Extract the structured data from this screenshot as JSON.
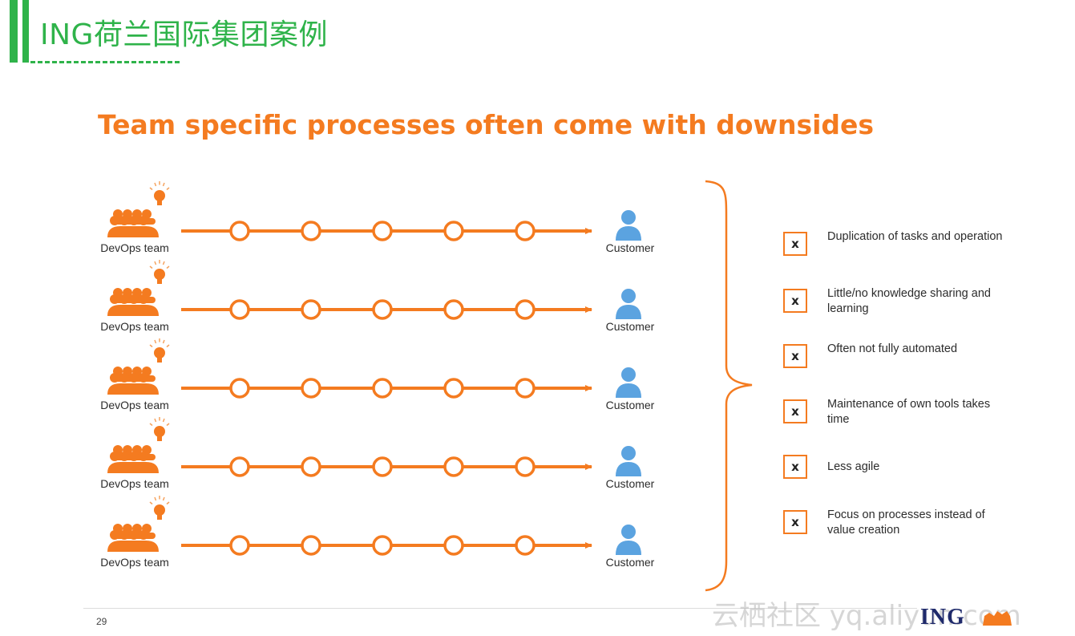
{
  "header": {
    "title": "ING荷兰国际集团案例"
  },
  "slide": {
    "title": "Team specific processes often come with downsides",
    "page_number": "29",
    "logo_text": "ING",
    "watermark": "云栖社区 yq.aliyun.com"
  },
  "colors": {
    "accent": "#f47b20",
    "header_green": "#2fb34a",
    "customer_blue": "#5ba3e0"
  },
  "pipelines": [
    {
      "team_label": "DevOps team",
      "customer_label": "Customer",
      "stages": 5
    },
    {
      "team_label": "DevOps team",
      "customer_label": "Customer",
      "stages": 5
    },
    {
      "team_label": "DevOps team",
      "customer_label": "Customer",
      "stages": 5
    },
    {
      "team_label": "DevOps team",
      "customer_label": "Customer",
      "stages": 5
    },
    {
      "team_label": "DevOps team",
      "customer_label": "Customer",
      "stages": 5
    }
  ],
  "downsides": [
    {
      "mark": "x",
      "text": "Duplication of tasks and operation"
    },
    {
      "mark": "x",
      "text": "Little/no knowledge sharing and learning"
    },
    {
      "mark": "x",
      "text": "Often not fully automated"
    },
    {
      "mark": "x",
      "text": "Maintenance of own tools takes time"
    },
    {
      "mark": "x",
      "text": "Less agile"
    },
    {
      "mark": "x",
      "text": "Focus on processes instead of value creation"
    }
  ]
}
